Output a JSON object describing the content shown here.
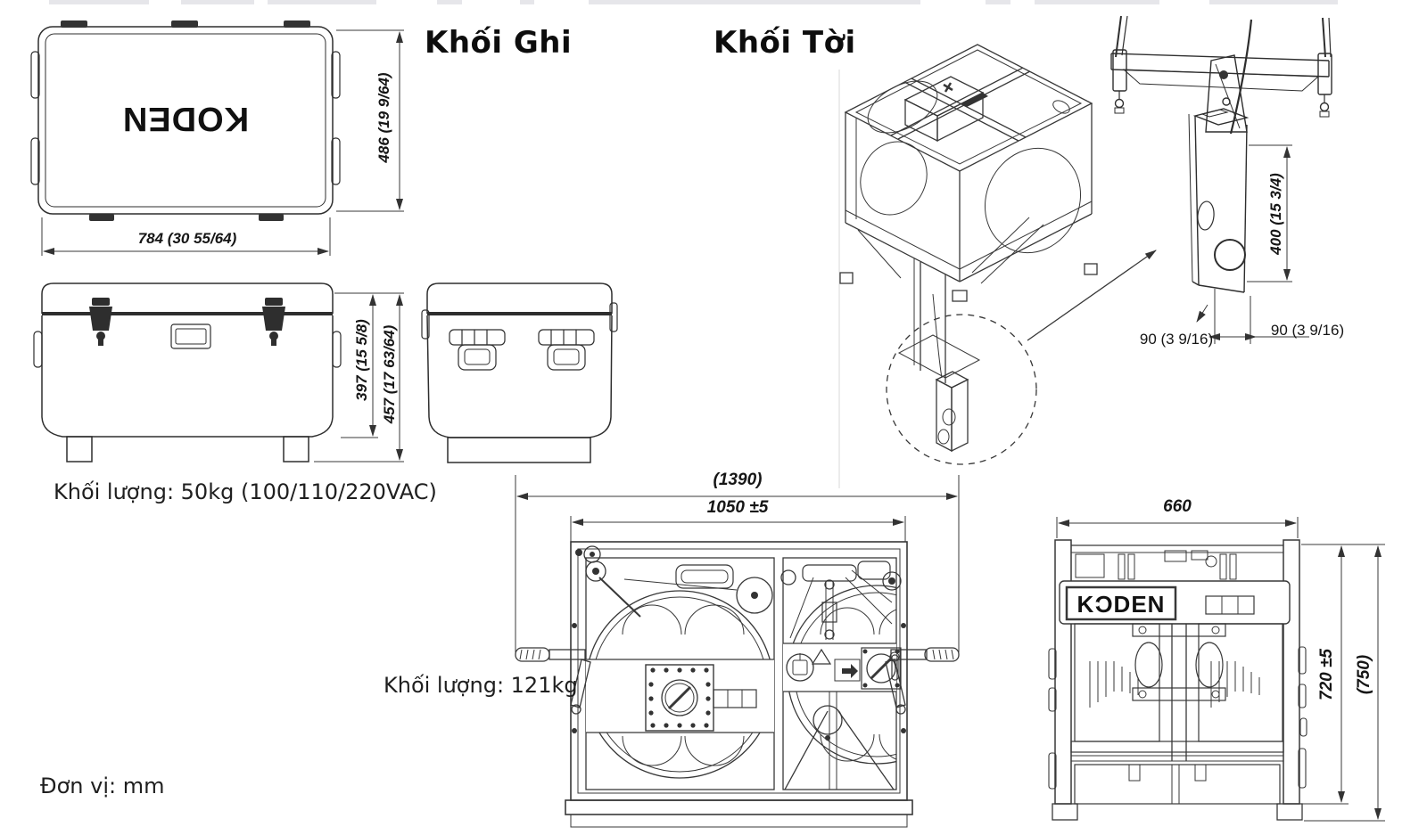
{
  "recorder": {
    "heading": "Khối Ghi",
    "logo": "KODEN",
    "weight_note": "Khối lượng: 50kg (100/110/220VAC)",
    "top_view": {
      "height_dim": "486 (19 9/64)",
      "width_dim": "784 (30 55/64)"
    },
    "front_view": {
      "body_height_dim": "397 (15 5/8)",
      "overall_height_dim": "457 (17 63/64)"
    }
  },
  "winch": {
    "heading": "Khối Tời",
    "logo": "KODEN",
    "weight_note": "Khối lượng: 121kg",
    "front_view": {
      "overall_width_dim": "(1390)",
      "frame_width_dim": "1050 ±5"
    },
    "side_view": {
      "width_dim": "660",
      "frame_height_dim": "720 ±5",
      "overall_height_dim": "(750)"
    },
    "transducer_detail": {
      "length_dim": "400 (15 3/4)",
      "depth_dim": "90 (3 9/16)",
      "width_dim": "90 (3 9/16)"
    }
  },
  "footer": {
    "units_note": "Đơn vị: mm"
  }
}
